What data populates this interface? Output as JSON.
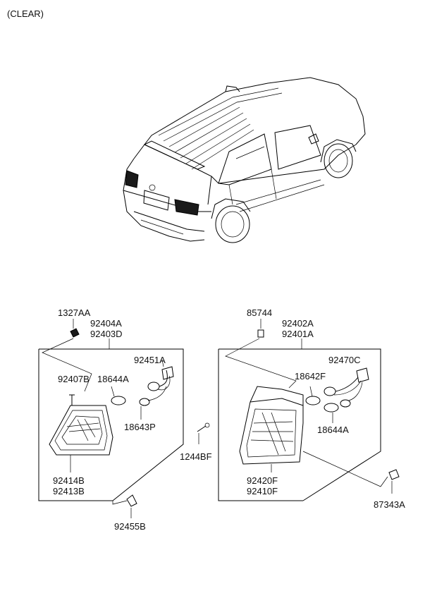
{
  "header": {
    "title": "(CLEAR)"
  },
  "parts": {
    "p1327AA": "1327AA",
    "p92404A": "92404A",
    "p92403D": "92403D",
    "p92451A": "92451A",
    "p92407B": "92407B",
    "p18644A_left": "18644A",
    "p18643P": "18643P",
    "p92414B": "92414B",
    "p92413B": "92413B",
    "p92455B": "92455B",
    "p85744": "85744",
    "p92402A": "92402A",
    "p92401A": "92401A",
    "p92470C": "92470C",
    "p18642F": "18642F",
    "p18644A_right": "18644A",
    "p1244BF": "1244BF",
    "p92420F": "92420F",
    "p92410F": "92410F",
    "p87343A": "87343A"
  }
}
